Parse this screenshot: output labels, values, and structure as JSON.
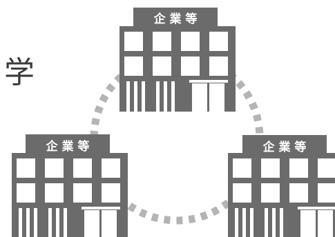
{
  "side_text": "学",
  "buildings": [
    {
      "id": "top",
      "label": "企 業 等"
    },
    {
      "id": "left",
      "label": "企 業 等"
    },
    {
      "id": "right",
      "label": "企 業 等"
    }
  ],
  "colors": {
    "building": "#6b6b6b",
    "window": "#ffffff",
    "ring": "#b4b4b4",
    "text": "#3a3a3a"
  },
  "icons": [
    "building-icon",
    "dotted-circle"
  ]
}
